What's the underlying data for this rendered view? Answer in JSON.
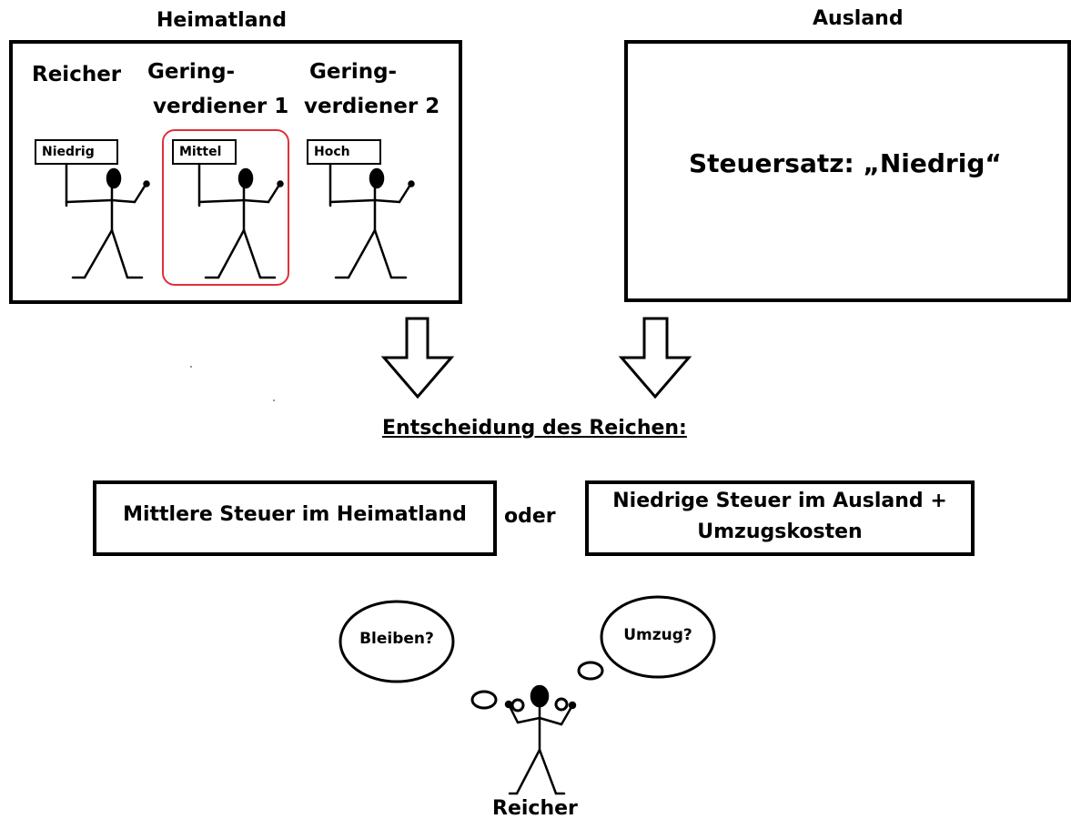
{
  "home_country": {
    "title": "Heimatland",
    "people": [
      {
        "label_line1": "Reicher",
        "label_line2": "",
        "sign": "Niedrig"
      },
      {
        "label_line1": "Gering-",
        "label_line2": "verdiener 1",
        "sign": "Mittel"
      },
      {
        "label_line1": "Gering-",
        "label_line2": "verdiener 2",
        "sign": "Hoch"
      }
    ]
  },
  "abroad": {
    "title": "Ausland",
    "tax_rate": "Steuersatz: „Niedrig“"
  },
  "decision": {
    "heading": "Entscheidung des Reichen:",
    "option_stay": "Mittlere Steuer im Heimatland",
    "connector": "oder",
    "option_move_line1": "Niedrige Steuer im Ausland +",
    "option_move_line2": "Umzugskosten"
  },
  "thinker": {
    "thought_stay": "Bleiben?",
    "thought_move": "Umzug?",
    "label": "Reicher"
  },
  "colors": {
    "line": "#000000",
    "highlight": "#e0303a",
    "background": "#ffffff"
  }
}
